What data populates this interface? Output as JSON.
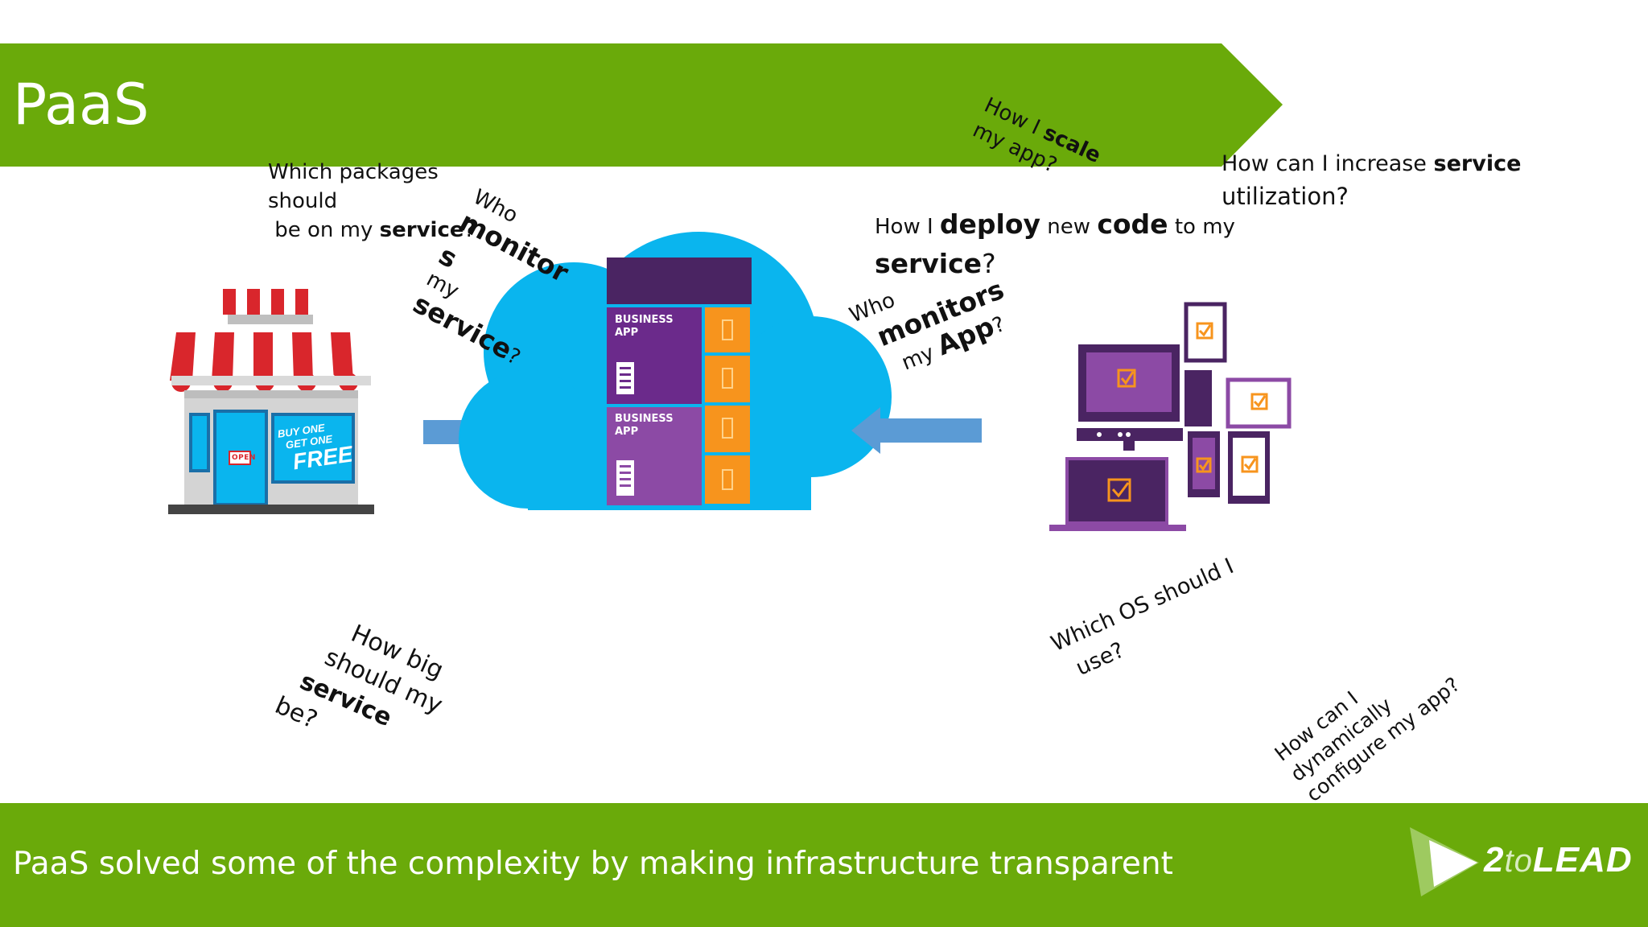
{
  "slide": {
    "title": "PaaS",
    "footer": "PaaS solved some of the complexity by making infrastructure transparent",
    "logo": {
      "num": "2",
      "to": "to",
      "lead": "LEAD"
    },
    "colors": {
      "banner_green": "#6aaa0a",
      "cloud_blue": "#0ab5ee",
      "arrow_blue": "#5b9bd5",
      "purple_dark": "#4a2462",
      "purple_mid": "#6b2a8b",
      "purple_light": "#8c4aa5",
      "orange": "#f7941d",
      "awning_red": "#d9262c"
    }
  },
  "questions": {
    "packages": {
      "l1": "Which packages",
      "l2": "should",
      "l3a": " be on my ",
      "l3b": "service",
      "l3c": "?"
    },
    "monitor_left": {
      "l1": "Who",
      "l2": "monitor",
      "l3": "s",
      "l4": "my",
      "l5": "service",
      "l5b": "?"
    },
    "scale": {
      "l1a": "How I ",
      "l1b": "scale",
      "l2": "my app?"
    },
    "utilization": {
      "l1a": "How can I increase ",
      "l1b": "service",
      "l2": "utilization?"
    },
    "deploy": {
      "l1a": "How I ",
      "l1b": "deploy",
      "l1c": " new ",
      "l1d": "code",
      "l1e": " to my",
      "l2a": "service",
      "l2b": "?"
    },
    "monitor_right": {
      "l1": "Who",
      "l2": "monitors",
      "l3a": "my ",
      "l3b": "App",
      "l3c": "?"
    },
    "how_big": {
      "l1": "How big",
      "l2": "should my",
      "l3": "service",
      "l4": "be?"
    },
    "os": {
      "l1": "Which OS should I",
      "l2": "use?"
    },
    "configure": {
      "l1": "How can I",
      "l2": "dynamically",
      "l3": "configure my app?"
    }
  },
  "illustration": {
    "store_sign_l1": "BUY ONE",
    "store_sign_l2": "GET ONE",
    "store_sign_l3": "FREE",
    "store_open": "OPEN",
    "tower_label_1": "BUSINESS",
    "tower_label_1b": "APP",
    "tower_label_2": "BUSINESS",
    "tower_label_2b": "APP"
  }
}
